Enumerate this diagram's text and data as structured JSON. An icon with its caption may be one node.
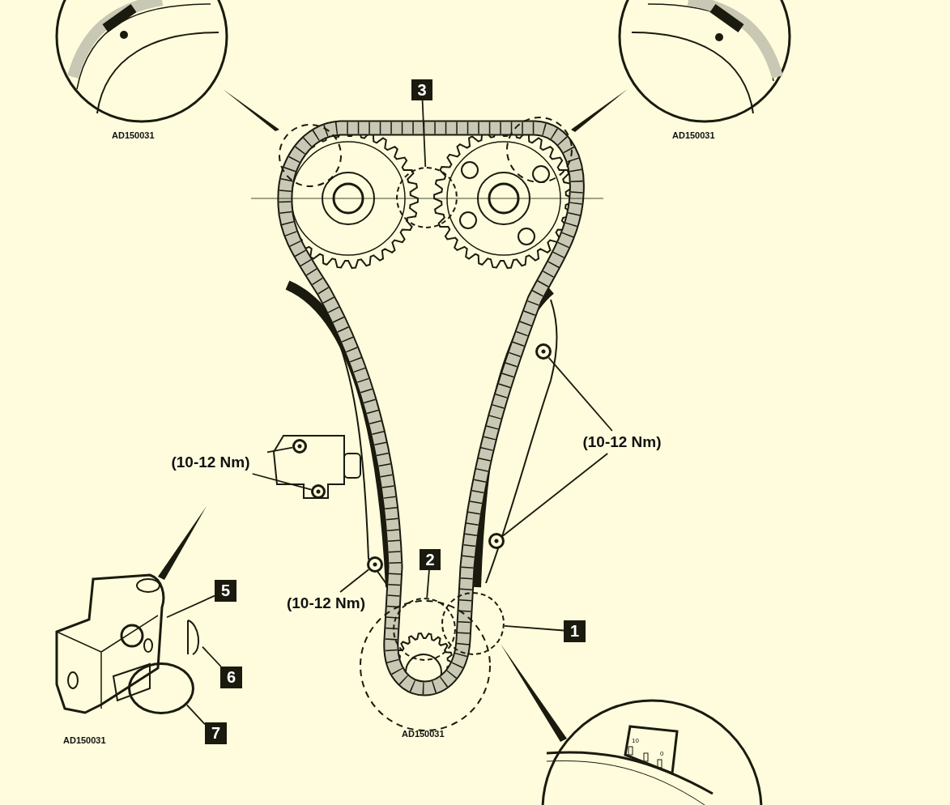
{
  "diagram": {
    "nodes": [
      {
        "text": [
          "3"
        ]
      },
      {
        "text": [
          "(10-12 Nm)"
        ]
      },
      {
        "text": [
          "(10-12 Nm)"
        ]
      },
      {
        "text": [
          "(10-12 Nm)"
        ]
      },
      {
        "text": [
          "2"
        ]
      },
      {
        "text": [
          "5"
        ]
      },
      {
        "text": [
          "1"
        ]
      },
      {
        "text": [
          "6"
        ]
      },
      {
        "text": [
          "7"
        ]
      },
      {
        "text": [],
        "shape": "circle"
      },
      {
        "text": [],
        "shape": "circle"
      },
      {
        "text": [],
        "shape": "circle"
      },
      {
        "text": [],
        "shape": "circle"
      },
      {
        "text": [],
        "shape": "circle"
      },
      {
        "text": [],
        "shape": "circle"
      },
      {
        "text": [],
        "shape": "circle"
      },
      {
        "text": [],
        "shape": "picture"
      },
      {
        "text": [],
        "shape": "circle"
      },
      {
        "text": [],
        "shape": "picture"
      },
      {
        "text": [],
        "shape": "ring"
      }
    ],
    "edges": [
      {
        "from": 0,
        "to": 9,
        "arrow": "none"
      },
      {
        "from": 1,
        "to": 10,
        "arrow": "none"
      },
      {
        "from": 1,
        "to": 11,
        "arrow": "none"
      },
      {
        "from": 2,
        "to": 12,
        "arrow": "none"
      },
      {
        "from": 2,
        "to": 13,
        "arrow": "none"
      },
      {
        "from": 3,
        "to": 14,
        "arrow": "none"
      },
      {
        "from": 4,
        "to": 15,
        "arrow": "none"
      },
      {
        "from": 5,
        "to": 16,
        "arrow": "none"
      },
      {
        "from": 6,
        "to": 17,
        "arrow": "none"
      },
      {
        "from": 7,
        "to": 18,
        "arrow": "none"
      },
      {
        "from": 8,
        "to": 19,
        "arrow": "none"
      }
    ],
    "labels": [
      "AD150031",
      "AD150031",
      "AD150031",
      "AD150031",
      "10",
      "0"
    ]
  }
}
